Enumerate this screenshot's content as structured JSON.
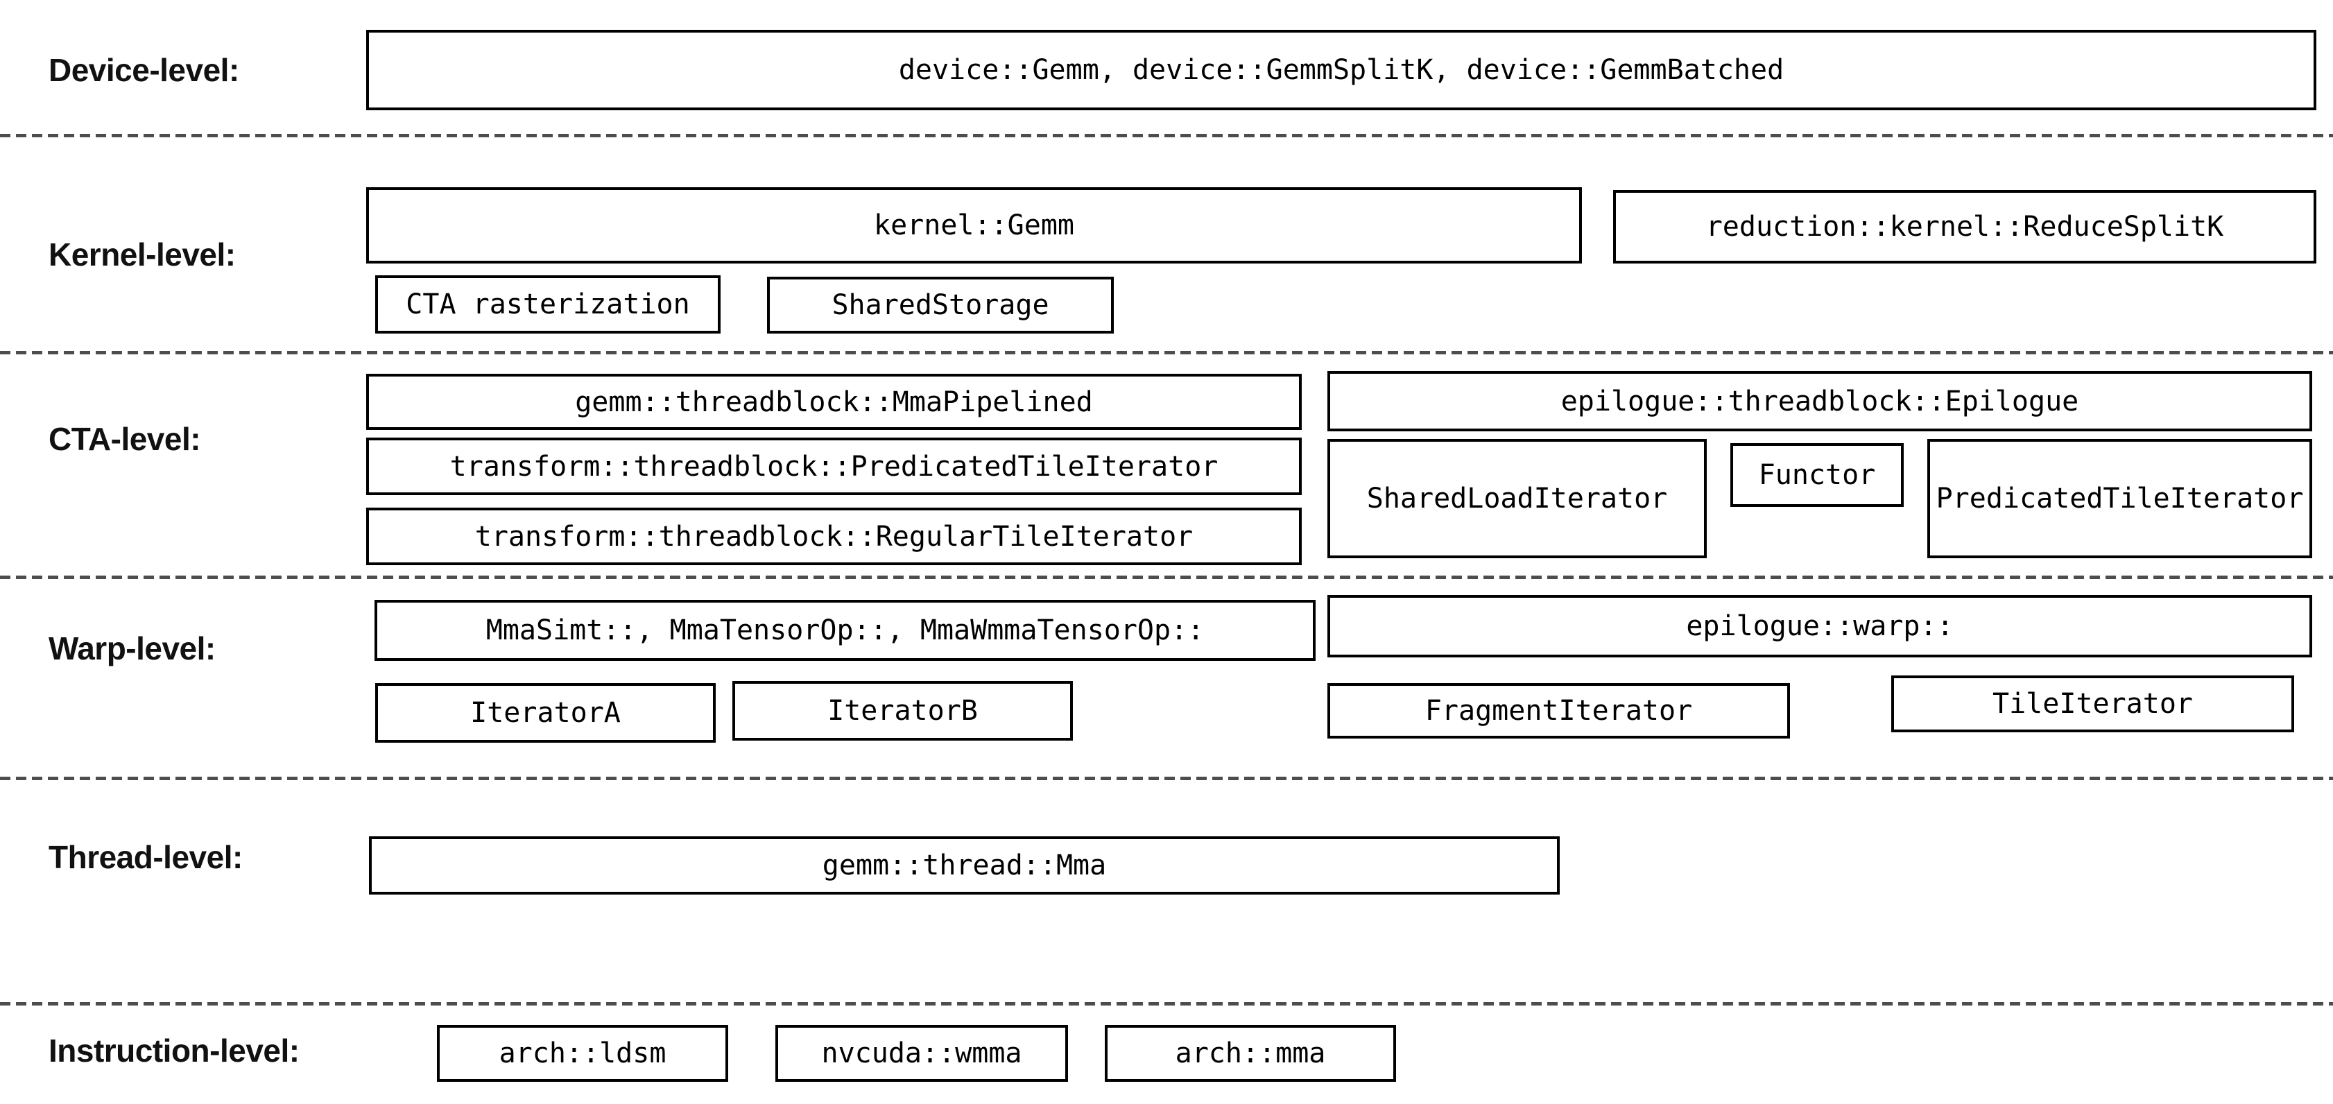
{
  "colors": {
    "background": "#ffffff",
    "box_fill": "#ffffff",
    "box_border": "#000000",
    "text": "#000000",
    "divider_dash": "#4d4d4d"
  },
  "levels": {
    "device": {
      "label": "Device-level:",
      "boxes": {
        "main": "device::Gemm, device::GemmSplitK, device::GemmBatched"
      }
    },
    "kernel": {
      "label": "Kernel-level:",
      "boxes": {
        "gemm": "kernel::Gemm",
        "reduce_splitk": "reduction::kernel::ReduceSplitK",
        "cta_rasterization": "CTA rasterization",
        "shared_storage": "SharedStorage"
      }
    },
    "cta": {
      "label": "CTA-level:",
      "boxes": {
        "mma_pipelined": "gemm::threadblock::MmaPipelined",
        "predicated_tile_iterator": "transform::threadblock::PredicatedTileIterator",
        "regular_tile_iterator": "transform::threadblock::RegularTileIterator",
        "epilogue": "epilogue::threadblock::Epilogue",
        "shared_load_iterator": "SharedLoadIterator",
        "functor": "Functor",
        "epilogue_predicated_tile_iterator": "PredicatedTileIterator"
      }
    },
    "warp": {
      "label": "Warp-level:",
      "boxes": {
        "mma": "MmaSimt::, MmaTensorOp::, MmaWmmaTensorOp::",
        "epilogue": "epilogue::warp::",
        "iterator_a": "IteratorA",
        "iterator_b": "IteratorB",
        "fragment_iterator": "FragmentIterator",
        "tile_iterator": "TileIterator"
      }
    },
    "thread": {
      "label": "Thread-level:",
      "boxes": {
        "mma": "gemm::thread::Mma"
      }
    },
    "instruction": {
      "label": "Instruction-level:",
      "boxes": {
        "ldsm": "arch::ldsm",
        "wmma": "nvcuda::wmma",
        "mma": "arch::mma"
      }
    }
  }
}
